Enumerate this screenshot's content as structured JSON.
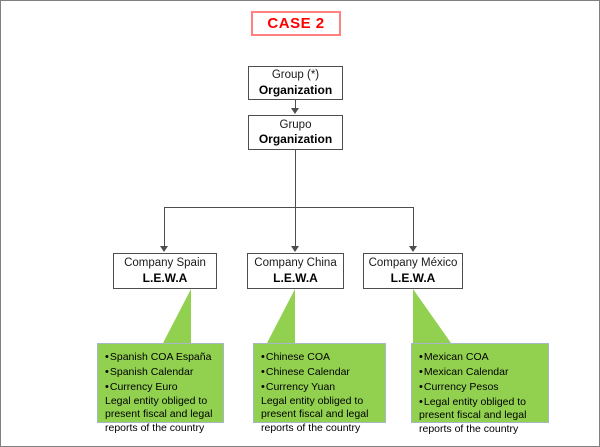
{
  "title_banner": {
    "label": "CASE 2",
    "text_color": "#ff0000",
    "border_color": "#ff8080"
  },
  "colors": {
    "callout_fill": "#92d050",
    "node_border": "#4d4d4d",
    "connector": "#4d4d4d",
    "canvas_border": "#808080"
  },
  "nodes": {
    "group": {
      "line1": "Group (*)",
      "line2": "Organization"
    },
    "grupo": {
      "line1": "Grupo",
      "line2": "Organization"
    },
    "company_spain": {
      "line1": "Company Spain",
      "line2": "L.E.W.A"
    },
    "company_china": {
      "line1": "Company China",
      "line2": "L.E.W.A"
    },
    "company_mexico": {
      "line1": "Company México",
      "line2": "L.E.W.A"
    }
  },
  "callouts": {
    "spain": {
      "lines": [
        {
          "text": "Spanish COA España",
          "bullet": true
        },
        {
          "text": "Spanish Calendar",
          "bullet": true
        },
        {
          "text": "Currency Euro",
          "bullet": true
        },
        {
          "text": "Legal entity obliged to",
          "bullet": false
        },
        {
          "text": "present fiscal and legal",
          "bullet": false
        },
        {
          "text": "reports of the country",
          "bullet": false
        }
      ]
    },
    "china": {
      "lines": [
        {
          "text": "Chinese COA",
          "bullet": true
        },
        {
          "text": "Chinese Calendar",
          "bullet": true
        },
        {
          "text": "Currency Yuan",
          "bullet": true
        },
        {
          "text": "Legal entity obliged to",
          "bullet": false
        },
        {
          "text": "present fiscal and legal",
          "bullet": false
        },
        {
          "text": "reports of the country",
          "bullet": false
        }
      ]
    },
    "mexico": {
      "lines": [
        {
          "text": "Mexican COA",
          "bullet": true
        },
        {
          "text": "Mexican Calendar",
          "bullet": true
        },
        {
          "text": "Currency Pesos",
          "bullet": true
        },
        {
          "text": "Legal entity obliged to",
          "bullet": true
        },
        {
          "text": "present fiscal and legal",
          "bullet": false
        },
        {
          "text": "reports of the country",
          "bullet": false
        }
      ]
    }
  }
}
